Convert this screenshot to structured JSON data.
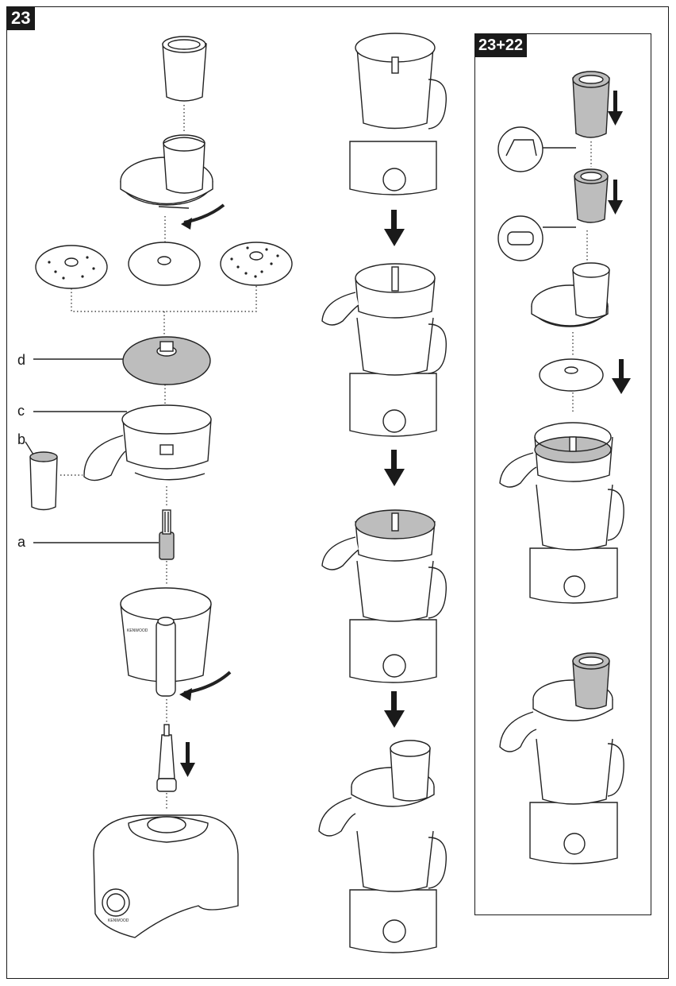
{
  "step": {
    "number": "23"
  },
  "sub_step": {
    "label": "23+22"
  },
  "callouts": {
    "d": "d",
    "c": "c",
    "b": "b",
    "a": "a"
  },
  "brand_marks": {
    "bowl": "KENWOOD",
    "base": "KENWOOD"
  },
  "colors": {
    "line": "#1a1a1a",
    "disc_shade": "#bdbdbd",
    "badge_bg": "#1a1a1a",
    "badge_text": "#ffffff"
  },
  "icons": [
    "arrow-down-icon",
    "rotate-arrow-icon"
  ]
}
